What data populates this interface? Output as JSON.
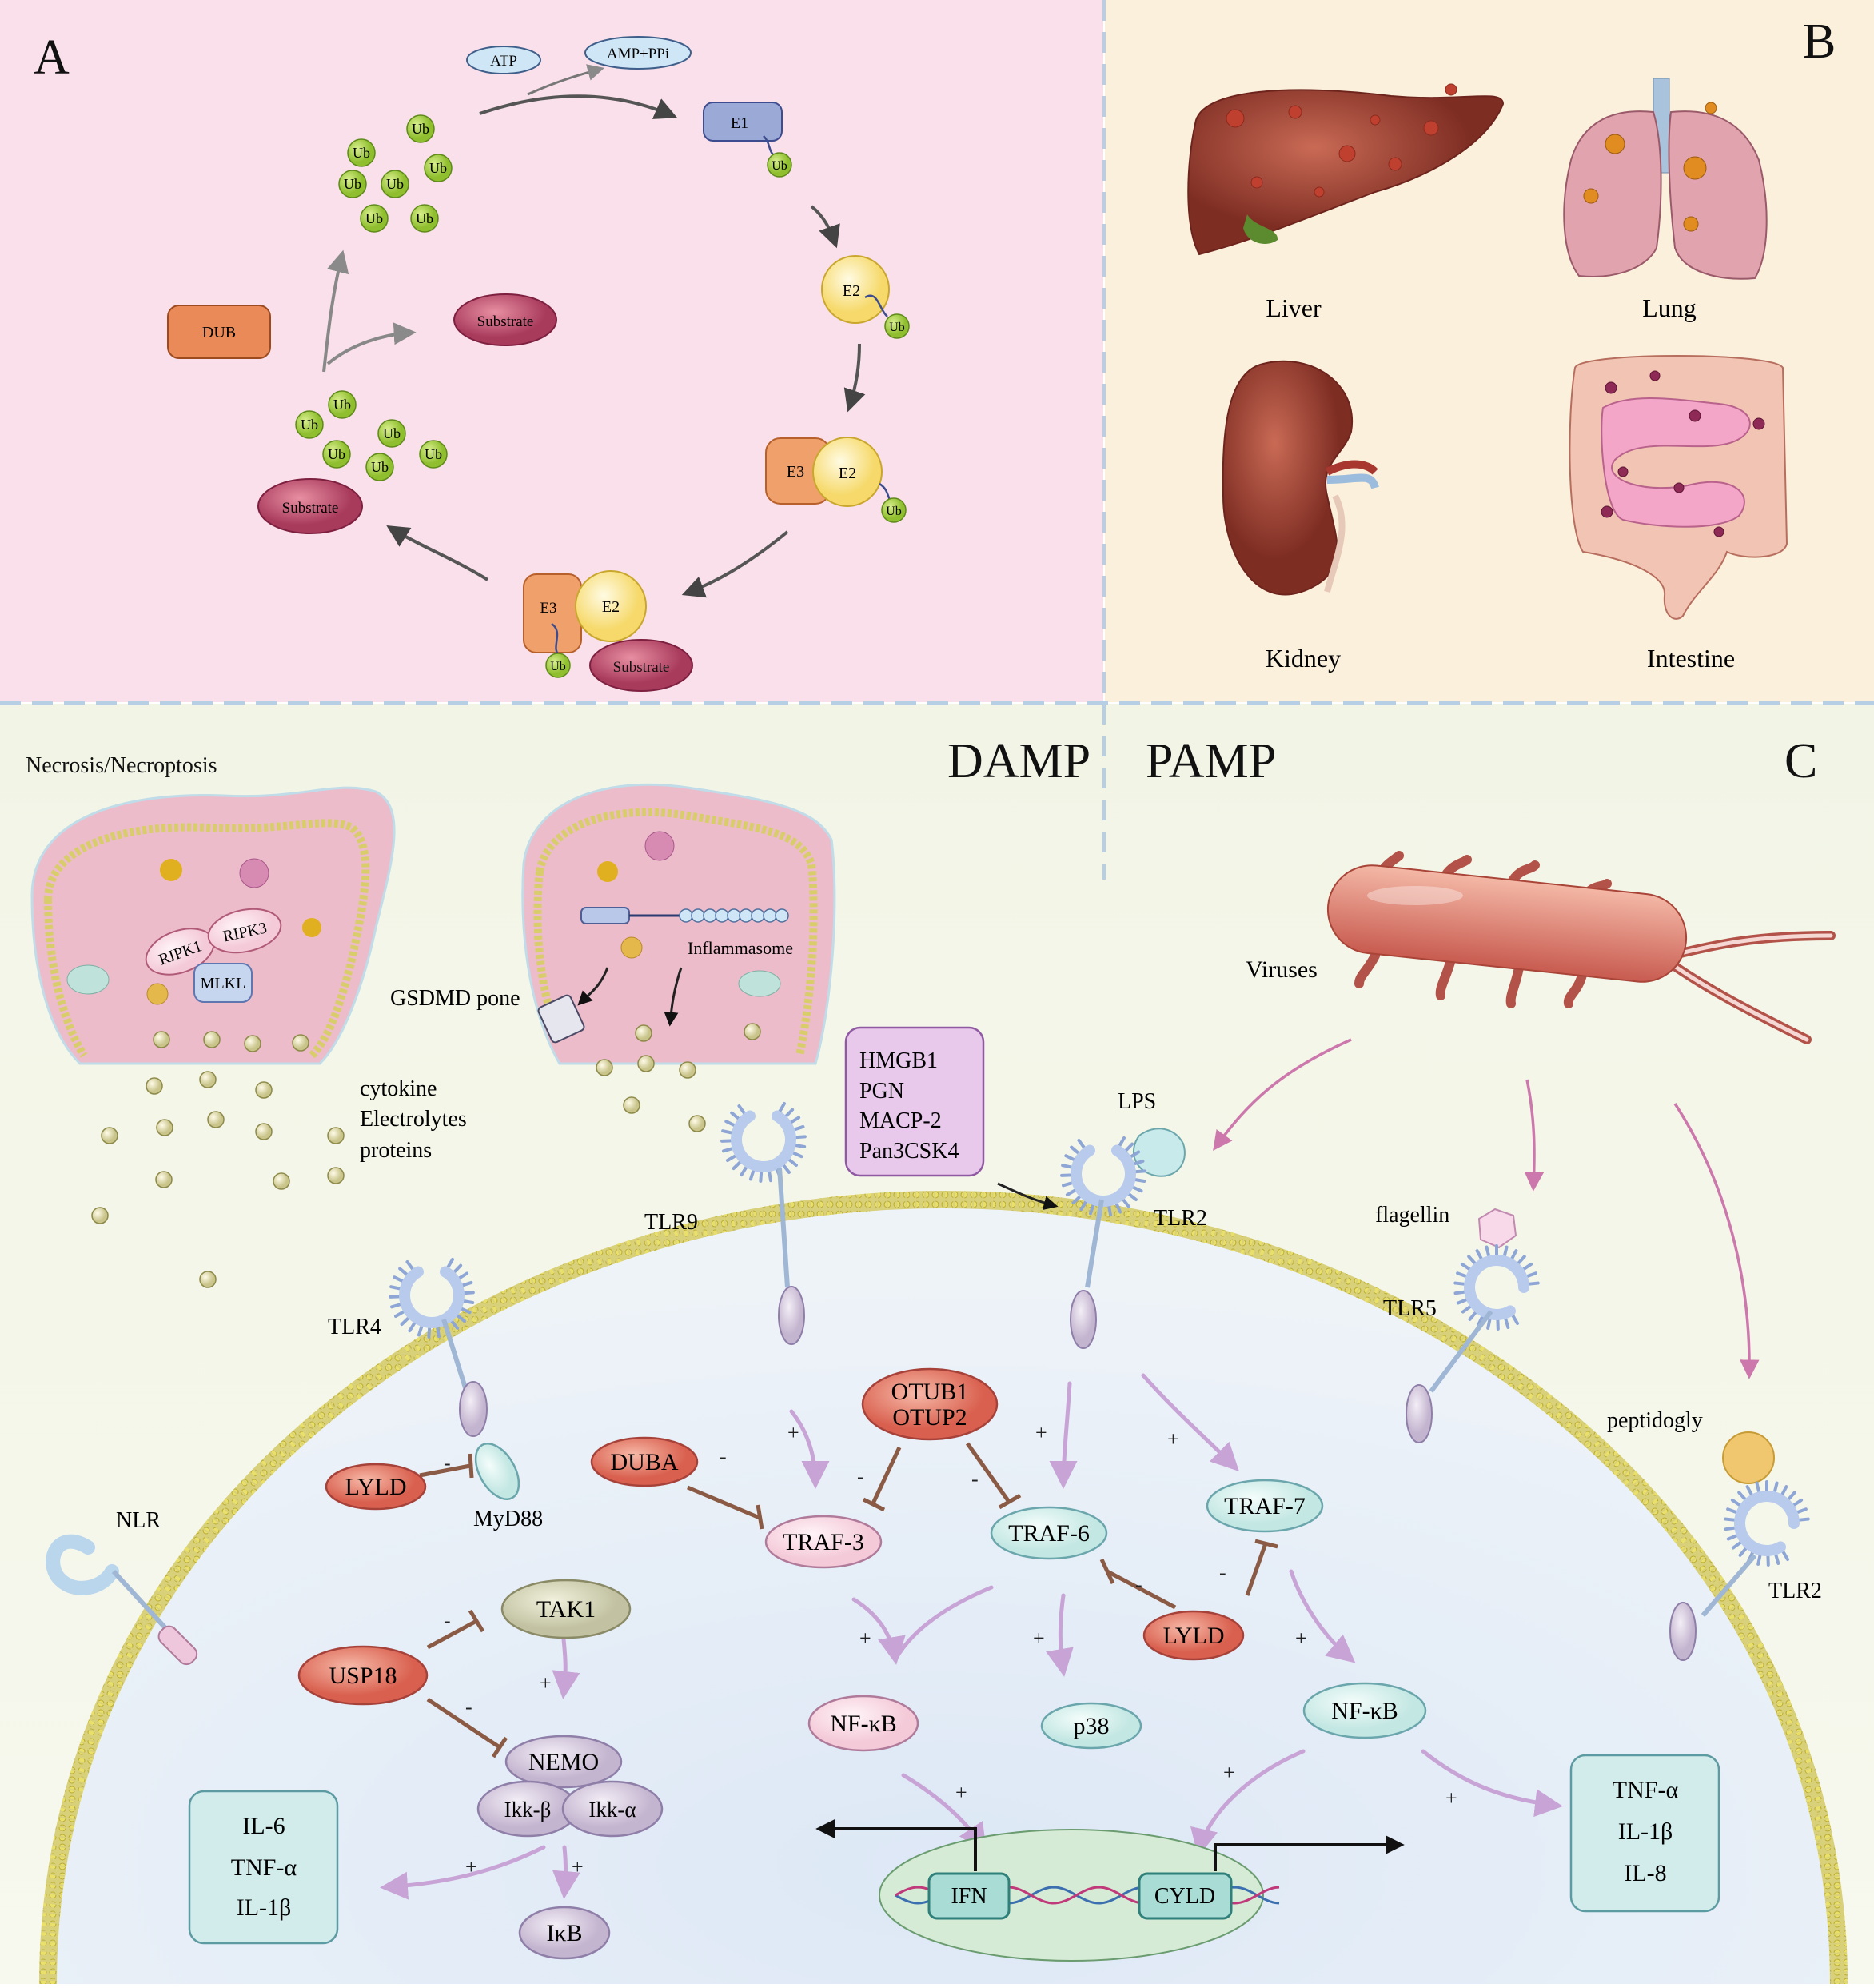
{
  "panel_a": {
    "letter": "A",
    "atp": "ATP",
    "amp": "AMP+PPi",
    "e1": "E1",
    "e2": "E2",
    "e3": "E3",
    "ub": "Ub",
    "dub": "DUB",
    "substrate": "Substrate"
  },
  "panel_b": {
    "letter": "B",
    "organs": [
      "Liver",
      "Lung",
      "Kidney",
      "Intestine"
    ]
  },
  "panel_c": {
    "letter": "C",
    "damp": "DAMP",
    "pamp": "PAMP",
    "necrosis": "Necrosis/Necroptosis",
    "ripk1": "RIPK1",
    "ripk3": "RIPK3",
    "mlkl": "MLKL",
    "inflammasome": "Inflammasome",
    "gsdmd": "GSDMD pone",
    "released": [
      "cytokine",
      "Electrolytes",
      "proteins"
    ],
    "damp_ligands": [
      "HMGB1",
      "PGN",
      "MACP-2",
      "Pan3CSK4"
    ],
    "viruses": "Viruses",
    "lps": "LPS",
    "flagellin": "flagellin",
    "peptidogly": "peptidogly",
    "receptors": {
      "tlr9": "TLR9",
      "tlr4": "TLR4",
      "tlr2": "TLR2",
      "tlr5": "TLR5",
      "tlr2b": "TLR2",
      "nlr": "NLR"
    },
    "nodes": {
      "lyld1": "LYLD",
      "myd88": "MyD88",
      "duba": "DUBA",
      "otub1": "OTUB1",
      "otup2": "OTUP2",
      "traf3": "TRAF-3",
      "traf6": "TRAF-6",
      "traf7": "TRAF-7",
      "lyld2": "LYLD",
      "tak1": "TAK1",
      "usp18": "USP18",
      "nemo": "NEMO",
      "ikkb": "Ikk-β",
      "ikka": "Ikk-α",
      "ikb": "IκB",
      "nfkb1": "NF-κB",
      "p38": "p38",
      "nfkb2": "NF-κB",
      "ifn": "IFN",
      "cyld": "CYLD"
    },
    "box_left": [
      "IL-6",
      "TNF-α",
      "IL-1β"
    ],
    "box_right": [
      "TNF-α",
      "IL-1β",
      "IL-8"
    ],
    "plus": "+",
    "minus": "-"
  }
}
